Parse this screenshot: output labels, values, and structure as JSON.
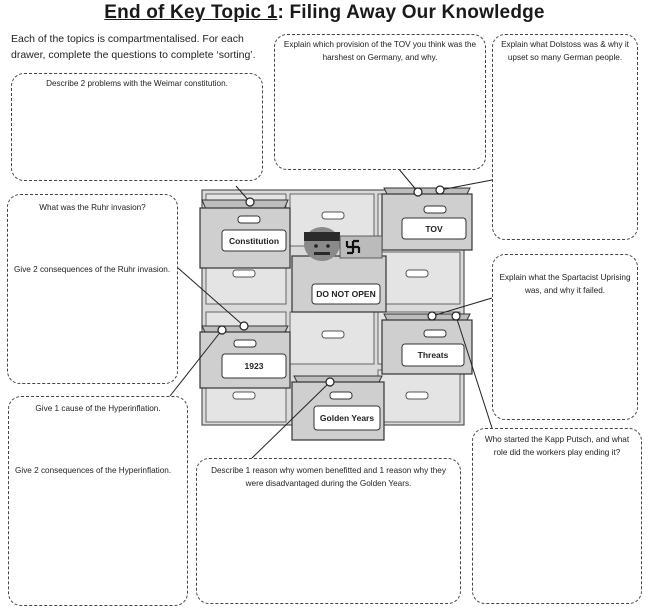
{
  "title": {
    "prefix": "End of Key Topic 1",
    "suffix": ": Filing Away Our Knowledge"
  },
  "intro": "Each of the topics is compartmentalised. For each drawer, complete the questions to complete ‘sorting’.",
  "questions": {
    "weimar": "Describe 2 problems with the Weimar constitution.",
    "tov_harsh": "Explain which provision of the TOV you think was the harshest on Germany, and why.",
    "dolstoss": "Explain what Dolstoss was & why it upset so many German people.",
    "ruhr_what": "What was the Ruhr invasion?",
    "ruhr_consequences": "Give 2 consequences of the Ruhr invasion.",
    "spartacist": "Explain what the Spartacist Uprising was, and why it failed.",
    "hyper_cause": "Give 1 cause of the Hyperinflation.",
    "hyper_consequences": "Give 2 consequences of the Hyperinflation.",
    "women": "Describe 1 reason why women benefitted and 1 reason why they were disadvantaged during the Golden Years.",
    "kapp": "Who started the Kapp Putsch, and what role did the workers play ending it?"
  },
  "drawers": {
    "constitution": "Constitution",
    "tov": "TOV",
    "do_not_open": "DO NOT OPEN",
    "y1923": "1923",
    "threats": "Threats",
    "golden_years": "Golden Years"
  },
  "colors": {
    "cabinet": "#d6d6d6",
    "drawer_front": "#c4c4c4",
    "outline": "#3a3a3a"
  }
}
